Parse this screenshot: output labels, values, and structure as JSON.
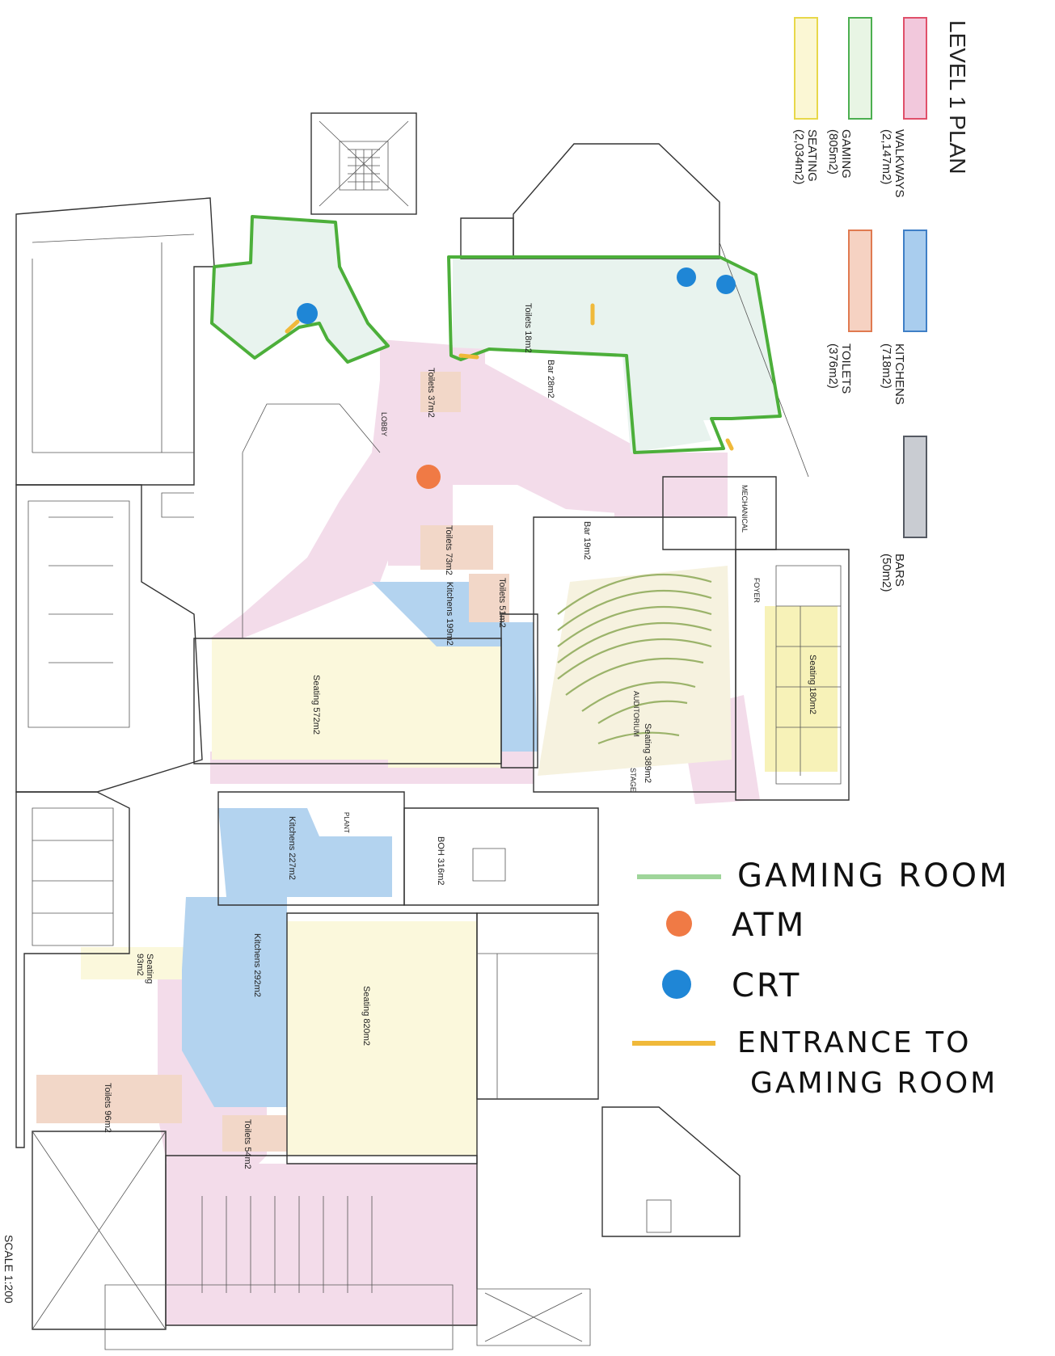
{
  "legend_top": {
    "title": "LEVEL 1 PLAN",
    "items": [
      {
        "label": "WALKWAYS",
        "area": "(2,147m2)",
        "color": "#f2c8dc",
        "border": "#e0506a"
      },
      {
        "label": "GAMING",
        "area": "(805m2)",
        "color": "#e8f5e4",
        "border": "#4caf50"
      },
      {
        "label": "SEATING",
        "area": "(2,034m2)",
        "color": "#fbf7d4",
        "border": "#e8d84a"
      },
      {
        "label": "KITCHENS",
        "area": "(718m2)",
        "color": "#a9cdee",
        "border": "#3f7fc6"
      },
      {
        "label": "TOILETS",
        "area": "(376m2)",
        "color": "#f6d2c2",
        "border": "#e07a50"
      },
      {
        "label": "BARS",
        "area": "(50m2)",
        "color": "#c9ccd2",
        "border": "#555a63"
      }
    ]
  },
  "legend_hand": {
    "gaming_room": "GAMING ROOM",
    "atm": "ATM",
    "crt": "CRT",
    "entrance_line1": "ENTRANCE TO",
    "entrance_line2": "GAMING ROOM"
  },
  "scale": "SCALE 1:200",
  "rooms": {
    "seating_572": "Seating 572m2",
    "seating_389": "Seating 389m2",
    "seating_180": "Seating 180m2",
    "seating_820": "Seating 820m2",
    "seating_93a": "Seating",
    "seating_93b": "93m2",
    "kitchens_199": "Kitchens 199m2",
    "kitchens_227": "Kitchens 227m2",
    "kitchens_292": "Kitchens 292m2",
    "boh_316": "BOH 316m2",
    "toilets_18": "Toilets 18m2",
    "toilets_37": "Toilets 37m2",
    "toilets_73": "Toilets 73m2",
    "toilets_51": "Toilets 51m2",
    "toilets_96": "Toilets 96m2",
    "toilets_54": "Toilets 54m2",
    "bar_28": "Bar 28m2",
    "bar_19": "Bar 19m2",
    "lobby": "LOBBY",
    "foyer": "FOYER",
    "mechanical": "MECHANICAL",
    "auditorium": "AUDITORIUM",
    "stage": "STAGE",
    "plant": "PLANT"
  },
  "colors": {
    "walkway": "#f3dcea",
    "gaming_fill": "#e8f3ee",
    "gaming_line": "#4caf3a",
    "seating": "#fbf8dc",
    "kitchen": "#b3d3ef",
    "toilet": "#f2d7c8",
    "atm": "#f07a45",
    "crt": "#1f86d6",
    "entrance": "#f0b93a"
  }
}
